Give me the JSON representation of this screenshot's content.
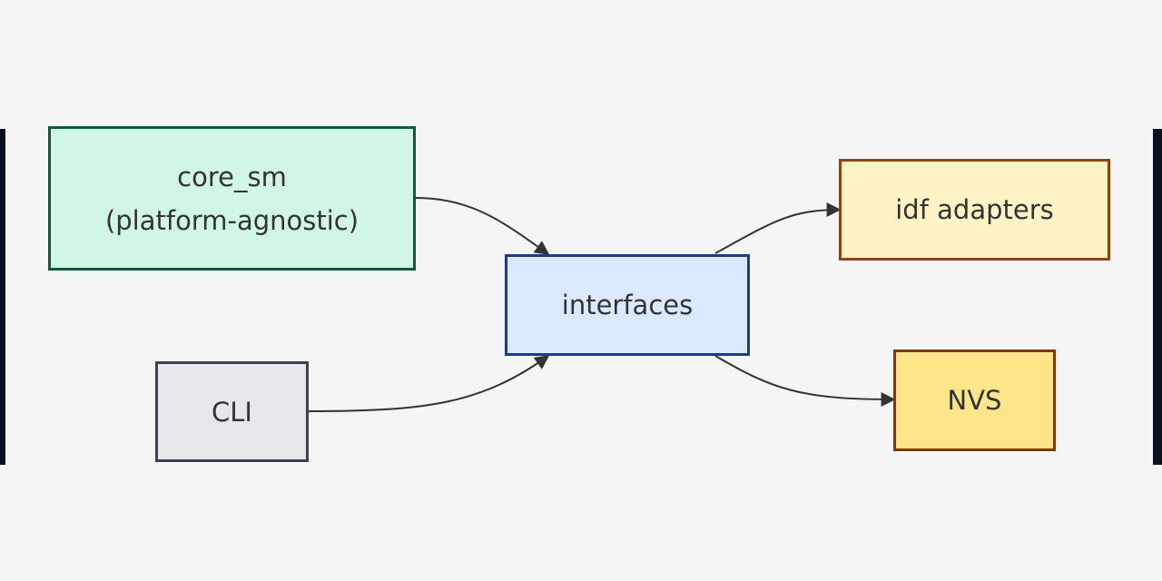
{
  "nodes": {
    "core_sm": {
      "line1": "core_sm",
      "line2": "(platform-agnostic)",
      "fill": "#d1f7e4",
      "stroke": "#0f5a42"
    },
    "cli": {
      "label": "CLI",
      "fill": "#e6e7ea",
      "stroke": "#3b4152"
    },
    "interfaces": {
      "label": "interfaces",
      "fill": "#dbe9ff",
      "stroke": "#1e3a8a"
    },
    "idf_adapters": {
      "label": "idf adapters",
      "fill": "#fef3c7",
      "stroke": "#8b4513"
    },
    "nvs": {
      "label": "NVS",
      "fill": "#fde68a",
      "stroke": "#7c3a12"
    }
  },
  "edges": [
    {
      "from": "core_sm",
      "to": "interfaces"
    },
    {
      "from": "cli",
      "to": "interfaces"
    },
    {
      "from": "interfaces",
      "to": "idf_adapters"
    },
    {
      "from": "interfaces",
      "to": "nvs"
    }
  ],
  "colors": {
    "edge": "#333333",
    "text": "#333333",
    "background": "#f5f5f5",
    "frame": "#0b1020"
  }
}
